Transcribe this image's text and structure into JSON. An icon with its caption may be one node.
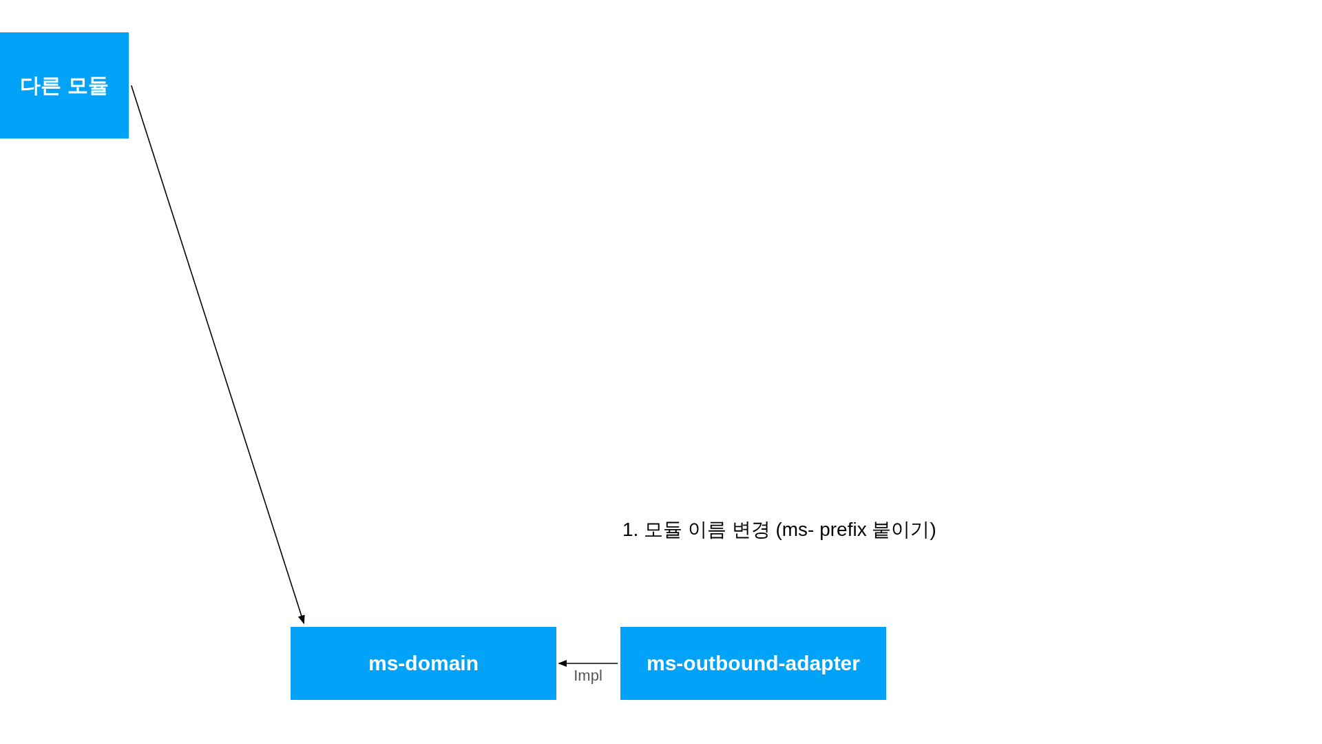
{
  "diagram": {
    "nodes": [
      {
        "text": [
          "다른 모듈"
        ]
      },
      {
        "text": [
          "ms-domain"
        ]
      },
      {
        "text": [
          "ms-outbound-adapter"
        ]
      }
    ],
    "edges": [
      {
        "from": 0,
        "to": 1,
        "arrow": "to"
      },
      {
        "from": 2,
        "to": 1,
        "arrow": "to",
        "label": "Impl"
      }
    ],
    "labels": [
      "1. 모듈 이름 변경 (ms- prefix 붙이기)"
    ]
  }
}
